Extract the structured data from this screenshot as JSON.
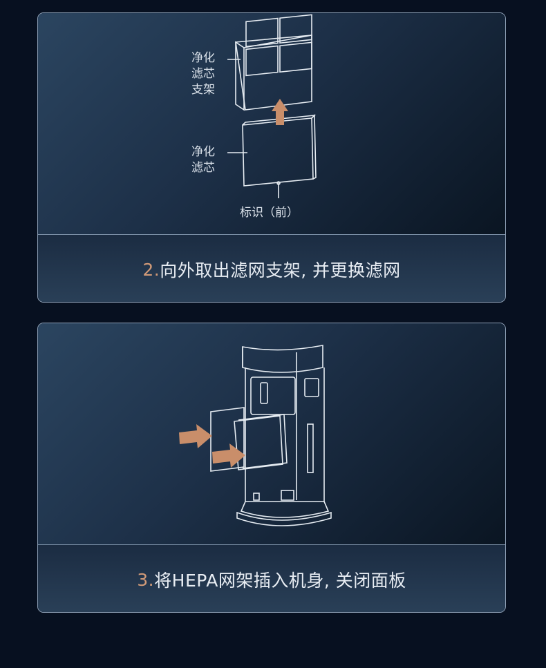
{
  "step2": {
    "label_holder_l1": "净化",
    "label_holder_l2": "滤芯",
    "label_holder_l3": "支架",
    "label_filter_l1": "净化",
    "label_filter_l2": "滤芯",
    "label_mark": "标识（前）",
    "caption_num": "2.",
    "caption_text": "向外取出滤网支架, 并更换滤网"
  },
  "step3": {
    "caption_num": "3.",
    "caption_text": "将HEPA网架插入机身, 关闭面板"
  },
  "colors": {
    "accent": "#d19a78",
    "arrow": "#c98e6a",
    "background": "#071020"
  },
  "icons": [
    "arrow-up-icon",
    "arrow-right-icon"
  ]
}
